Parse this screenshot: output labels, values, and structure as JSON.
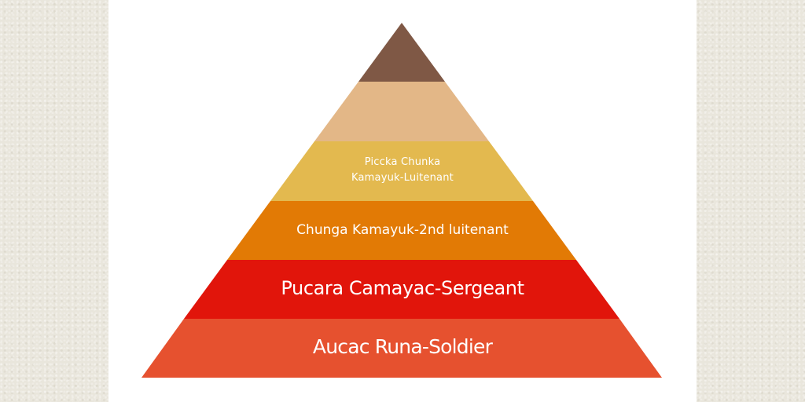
{
  "diagram": {
    "type": "pyramid",
    "title": "",
    "orientation": "apex-top",
    "levels": [
      {
        "index": 1,
        "position": "top",
        "label": "",
        "color": "#7f5845"
      },
      {
        "index": 2,
        "label": "",
        "color": "#e3b787"
      },
      {
        "index": 3,
        "label_lines": [
          "Piccka Chunka",
          "Kamayuk-Luitenant"
        ],
        "label": "Piccka Chunka Kamayuk-Luitenant",
        "color": "#e3b94f"
      },
      {
        "index": 4,
        "label": "Chunga Kamayuk-2nd luitenant",
        "color": "#e27a05"
      },
      {
        "index": 5,
        "label": "Pucara Camayac-Sergeant",
        "color": "#e1150b"
      },
      {
        "index": 6,
        "position": "base",
        "label": "Aucac Runa-Soldier",
        "color": "#e6512f"
      }
    ],
    "label_color": "#ffffff"
  },
  "page": {
    "background_color": "#e9e6dc",
    "panel_color": "#ffffff"
  }
}
